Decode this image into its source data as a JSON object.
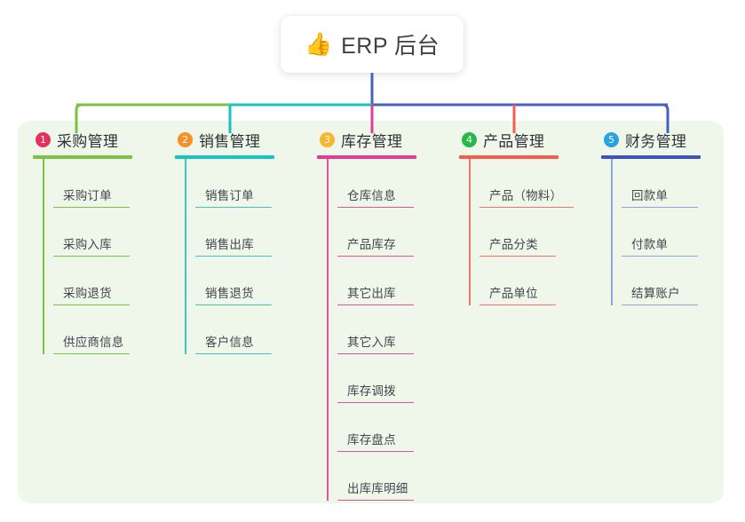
{
  "root": {
    "icon": "thumbs-up-icon",
    "icon_glyph": "👍",
    "title": "ERP 后台"
  },
  "theme": {
    "panel_bg": "#eef7ea",
    "page_bg": "#ffffff",
    "trunk_stem": "#4a5fc1",
    "text_dark": "#2f3237",
    "text_body": "#41464d"
  },
  "columns": [
    {
      "number": "1",
      "title": "采购管理",
      "badge_color": "#e8305a",
      "rule_color": "#7cc242",
      "line_color": "#7cc242",
      "items": [
        {
          "label": "采购订单"
        },
        {
          "label": "采购入库"
        },
        {
          "label": "采购退货"
        },
        {
          "label": "供应商信息"
        }
      ]
    },
    {
      "number": "2",
      "title": "销售管理",
      "badge_color": "#f5902a",
      "rule_color": "#17c3c3",
      "line_color": "#41c4bd",
      "items": [
        {
          "label": "销售订单"
        },
        {
          "label": "销售出库"
        },
        {
          "label": "销售退货"
        },
        {
          "label": "客户信息"
        }
      ]
    },
    {
      "number": "3",
      "title": "库存管理",
      "badge_color": "#f8b62c",
      "rule_color": "#e63b94",
      "line_color": "#e8529c",
      "items": [
        {
          "label": "仓库信息"
        },
        {
          "label": "产品库存"
        },
        {
          "label": "其它出库"
        },
        {
          "label": "其它入库"
        },
        {
          "label": "库存调拨"
        },
        {
          "label": "库存盘点"
        },
        {
          "label": "出库库明细"
        }
      ]
    },
    {
      "number": "4",
      "title": "产品管理",
      "badge_color": "#27b84a",
      "rule_color": "#f85c4f",
      "line_color": "#f4736a",
      "items": [
        {
          "label": "产品（物料）",
          "wide": true
        },
        {
          "label": "产品分类"
        },
        {
          "label": "产品单位"
        }
      ]
    },
    {
      "number": "5",
      "title": "财务管理",
      "badge_color": "#29a3e0",
      "rule_color": "#3f51c4",
      "line_color": "#8fa5dd",
      "items": [
        {
          "label": "回款单"
        },
        {
          "label": "付款单"
        },
        {
          "label": "结算账户"
        }
      ]
    }
  ],
  "trunk": {
    "segments": [
      {
        "color": "#7cc242"
      },
      {
        "color": "#17c3c3"
      },
      {
        "color": "#4a5fc1"
      },
      {
        "color": "#4a5fc1"
      },
      {
        "color": "#4a5fc1"
      }
    ]
  }
}
